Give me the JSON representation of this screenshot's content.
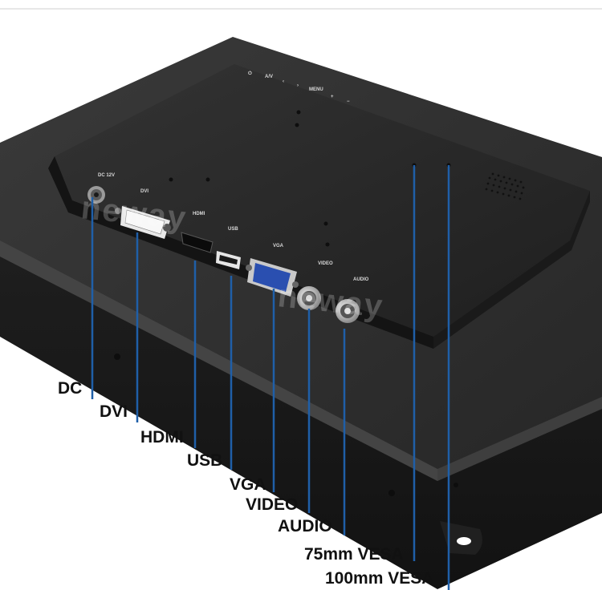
{
  "labels": {
    "dc": "DC",
    "dvi": "DVI",
    "hdmi": "HDMI",
    "usb": "USB",
    "vga": "VGA",
    "video": "VIDEO",
    "audio": "AUDIO",
    "vesa75": "75mm VESA",
    "vesa100": "100mm VESA"
  },
  "panel_markings": {
    "dc": "DC 12V",
    "dvi": "DVI",
    "hdmi": "HDMI",
    "usb": "USB",
    "vga": "VGA",
    "video": "VIDEO",
    "audio": "AUDIO",
    "menu": "MENU",
    "av": "A/V",
    "power": "⏻",
    "plus": "+",
    "minus": "−"
  },
  "watermark": "neway",
  "colors": {
    "leader_line": "#1f5fa8",
    "monitor_body": "#2b2b2b",
    "vga_port": "#2a4fb0",
    "label_text": "#111111"
  }
}
